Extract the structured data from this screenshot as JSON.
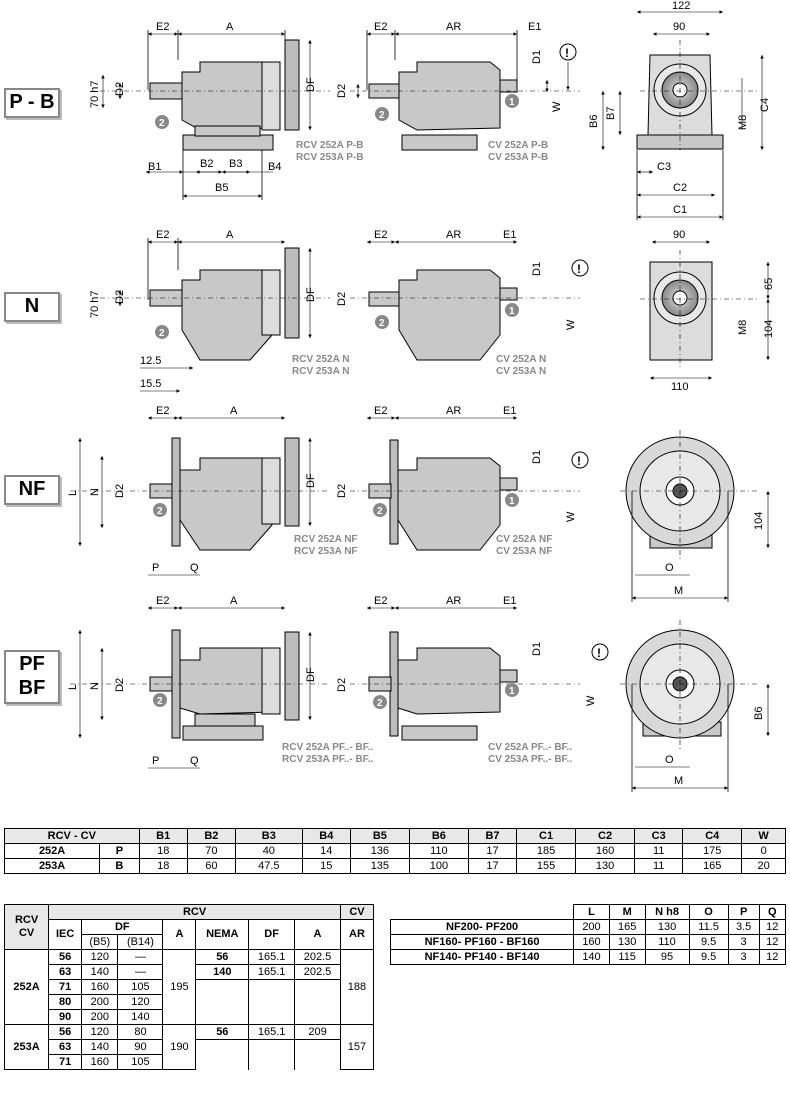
{
  "sections": [
    {
      "label": "P - B",
      "rcv_caption": [
        "RCV 252A P-B",
        "RCV 253A P-B"
      ],
      "cv_caption": [
        "CV 252A P-B",
        "CV 253A P-B"
      ]
    },
    {
      "label": "N",
      "rcv_caption": [
        "RCV 252A N",
        "RCV 253A N"
      ],
      "cv_caption": [
        "CV 252A N",
        "CV 253A N"
      ]
    },
    {
      "label": "NF",
      "rcv_caption": [
        "RCV 252A NF",
        "RCV 253A NF"
      ],
      "cv_caption": [
        "CV 252A NF",
        "CV 253A NF"
      ]
    },
    {
      "label_lines": [
        "PF",
        "BF"
      ],
      "rcv_caption": [
        "RCV 252A PF..- BF..",
        "RCV 253A PF..- BF.."
      ],
      "cv_caption": [
        "CV 252A PF..- BF..",
        "CV 253A PF..- BF.."
      ]
    }
  ],
  "dims": {
    "E2": "E2",
    "A": "A",
    "AR": "AR",
    "E1": "E1",
    "D1": "D1",
    "D2": "D2",
    "DF": "DF",
    "W": "W",
    "L": "L",
    "N": "N",
    "P": "P",
    "Q": "Q",
    "O": "O",
    "M": "M",
    "B1": "B1",
    "B2": "B2",
    "B3": "B3",
    "B4": "B4",
    "B5": "B5",
    "B6": "B6",
    "B7": "B7",
    "C1": "C1",
    "C2": "C2",
    "C3": "C3",
    "C4": "C4",
    "M8": "M8",
    "h7": "70 h7",
    "d122": "122",
    "d90": "90",
    "d65": "65",
    "d104": "104",
    "d110": "110",
    "d12_5": "12.5",
    "d15_5": "15.5"
  },
  "callouts": {
    "one": "1",
    "two": "2",
    "warn": "!"
  },
  "table_b": {
    "headers": [
      "RCV - CV",
      "B1",
      "B2",
      "B3",
      "B4",
      "B5",
      "B6",
      "B7",
      "C1",
      "C2",
      "C3",
      "C4",
      "W"
    ],
    "rows": [
      {
        "model": "252A",
        "type": "P",
        "values": [
          "18",
          "70",
          "40",
          "14",
          "136",
          "110",
          "17",
          "185",
          "160",
          "11",
          "175",
          "0"
        ]
      },
      {
        "model": "253A",
        "type": "B",
        "values": [
          "18",
          "60",
          "47.5",
          "15",
          "135",
          "100",
          "17",
          "155",
          "130",
          "11",
          "165",
          "20"
        ]
      }
    ]
  },
  "table_rcv": {
    "corner": [
      "RCV",
      "CV"
    ],
    "rcv": "RCV",
    "cv": "CV",
    "iec": "IEC",
    "df": "DF",
    "b5": "(B5)",
    "b14": "(B14)",
    "a": "A",
    "nema": "NEMA",
    "df2": "DF",
    "a2": "A",
    "ar": "AR",
    "groups": [
      {
        "model": "252A",
        "a": "195",
        "ar": "188",
        "rows": [
          {
            "iec": "56",
            "b5": "120",
            "b14": "—",
            "nema": "56",
            "df": "165.1",
            "a": "202.5"
          },
          {
            "iec": "63",
            "b5": "140",
            "b14": "—",
            "nema": "140",
            "df": "165.1",
            "a": "202.5"
          },
          {
            "iec": "71",
            "b5": "160",
            "b14": "105",
            "nema": "",
            "df": "",
            "a": ""
          },
          {
            "iec": "80",
            "b5": "200",
            "b14": "120",
            "nema": "",
            "df": "",
            "a": ""
          },
          {
            "iec": "90",
            "b5": "200",
            "b14": "140",
            "nema": "",
            "df": "",
            "a": ""
          }
        ]
      },
      {
        "model": "253A",
        "a": "190",
        "ar": "157",
        "rows": [
          {
            "iec": "56",
            "b5": "120",
            "b14": "80",
            "nema": "56",
            "df": "165.1",
            "a": "209"
          },
          {
            "iec": "63",
            "b5": "140",
            "b14": "90",
            "nema": "",
            "df": "",
            "a": ""
          },
          {
            "iec": "71",
            "b5": "160",
            "b14": "105",
            "nema": "",
            "df": "",
            "a": ""
          }
        ]
      }
    ]
  },
  "table_flange": {
    "headers": [
      "",
      "L",
      "M",
      "N h8",
      "O",
      "P",
      "Q"
    ],
    "rows": [
      {
        "name": "NF200- PF200",
        "values": [
          "200",
          "165",
          "130",
          "11.5",
          "3.5",
          "12"
        ]
      },
      {
        "name": "NF160- PF160 - BF160",
        "values": [
          "160",
          "130",
          "110",
          "9.5",
          "3",
          "12"
        ]
      },
      {
        "name": "NF140- PF140 - BF140",
        "values": [
          "140",
          "115",
          "95",
          "9.5",
          "3",
          "12"
        ]
      }
    ]
  }
}
